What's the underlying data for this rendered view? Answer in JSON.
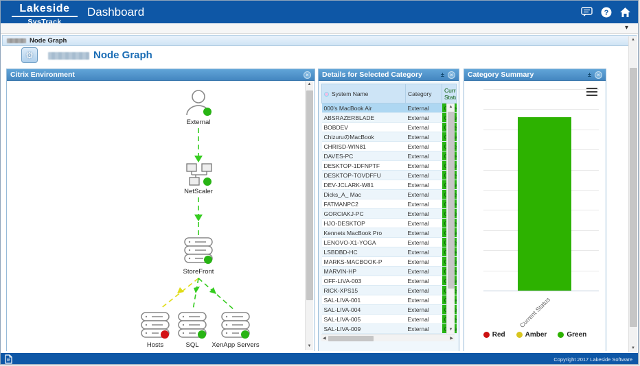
{
  "app": {
    "logo_top": "Lakeside",
    "logo_bottom": "SysTrack",
    "title": "Dashboard",
    "footer_copyright": "Copyright 2017 Lakeside Software"
  },
  "glyphs": {
    "chevron_down": "▾",
    "gear": "⚙",
    "export": "±",
    "close": "×",
    "help": "?",
    "up": "▲",
    "down": "▼",
    "left": "◀",
    "right": "▶"
  },
  "nav": {
    "collapsed_bar_label": "Node Graph",
    "page_title": "Node Graph"
  },
  "colors": {
    "topbar": "#0e57a6",
    "panel_header": "#4e96d0",
    "title_blue": "#1b6db5",
    "status_green": "#28b414",
    "status_red": "#d41216",
    "edge_green": "#35cc1f",
    "edge_yellow": "#e0dc16"
  },
  "panels": {
    "citrix": {
      "title": "Citrix Environment",
      "nodes": [
        {
          "label": "External",
          "type": "user",
          "status": "green"
        },
        {
          "label": "NetScaler",
          "type": "network",
          "status": "green"
        },
        {
          "label": "StoreFront",
          "type": "server",
          "status": "green"
        },
        {
          "label": "Hosts",
          "type": "server",
          "status": "red"
        },
        {
          "label": "SQL",
          "type": "server",
          "status": "green"
        },
        {
          "label": "XenApp Servers",
          "type": "server",
          "status": "green"
        }
      ],
      "edges": [
        {
          "from": "External",
          "to": "NetScaler",
          "color": "green"
        },
        {
          "from": "NetScaler",
          "to": "StoreFront",
          "color": "green"
        },
        {
          "from": "StoreFront",
          "to": "Hosts",
          "color": "yellow"
        },
        {
          "from": "StoreFront",
          "to": "SQL",
          "color": "green"
        },
        {
          "from": "StoreFront",
          "to": "XenApp Servers",
          "color": "green"
        }
      ]
    },
    "details": {
      "title": "Details for Selected Category",
      "columns": {
        "system_name": "System Name",
        "category": "Category",
        "status": "Current Status"
      },
      "selected_row": 0,
      "rows": [
        {
          "name": "000's MacBook Air",
          "category": "External",
          "status": "Green"
        },
        {
          "name": "ABSRAZERBLADE",
          "category": "External",
          "status": "Green"
        },
        {
          "name": "BOBDEV",
          "category": "External",
          "status": "Green"
        },
        {
          "name": "ChizuruのMacBook",
          "category": "External",
          "status": "Green"
        },
        {
          "name": "CHRISD-WIN81",
          "category": "External",
          "status": "Green"
        },
        {
          "name": "DAVES-PC",
          "category": "External",
          "status": "Green"
        },
        {
          "name": "DESKTOP-1DFNPTF",
          "category": "External",
          "status": "Green"
        },
        {
          "name": "DESKTOP-TOVDFFU",
          "category": "External",
          "status": "Green"
        },
        {
          "name": "DEV-JCLARK-W81",
          "category": "External",
          "status": "Green"
        },
        {
          "name": "Dicks_A_ Mac",
          "category": "External",
          "status": "Green"
        },
        {
          "name": "FATMANPC2",
          "category": "External",
          "status": "Green"
        },
        {
          "name": "GORCIAKJ-PC",
          "category": "External",
          "status": "Green"
        },
        {
          "name": "HJO-DESKTOP",
          "category": "External",
          "status": "Green"
        },
        {
          "name": "Kennets MacBook Pro",
          "category": "External",
          "status": "Green"
        },
        {
          "name": "LENOVO-X1-YOGA",
          "category": "External",
          "status": "Green"
        },
        {
          "name": "LSBDBD-HC",
          "category": "External",
          "status": "Green"
        },
        {
          "name": "MARKS-MACBOOK-P",
          "category": "External",
          "status": "Green"
        },
        {
          "name": "MARVIN-HP",
          "category": "External",
          "status": "Green"
        },
        {
          "name": "OFF-LIVA-003",
          "category": "External",
          "status": "Green"
        },
        {
          "name": "RICK-XPS15",
          "category": "External",
          "status": "Green"
        },
        {
          "name": "SAL-LIVA-001",
          "category": "External",
          "status": "Green"
        },
        {
          "name": "SAL-LIVA-004",
          "category": "External",
          "status": "Green"
        },
        {
          "name": "SAL-LIVA-005",
          "category": "External",
          "status": "Green"
        },
        {
          "name": "SAL-LIVA-009",
          "category": "External",
          "status": "Green"
        }
      ]
    },
    "summary": {
      "title": "Category Summary"
    }
  },
  "chart_data": {
    "type": "bar",
    "title": "Category Summary",
    "categories": [
      "Current Status"
    ],
    "series": [
      {
        "name": "Red",
        "color": "#cc1111",
        "values": [
          0
        ]
      },
      {
        "name": "Amber",
        "color": "#d8c51e",
        "values": [
          0
        ]
      },
      {
        "name": "Green",
        "color": "#2db200",
        "values": [
          43
        ]
      }
    ],
    "xlabel": "Current Status",
    "ylabel": "",
    "ylim": [
      0,
      50
    ],
    "yticks": [
      0,
      5,
      10,
      15,
      20,
      25,
      30,
      35,
      40,
      45,
      50
    ],
    "grid": true,
    "legend_position": "bottom"
  }
}
